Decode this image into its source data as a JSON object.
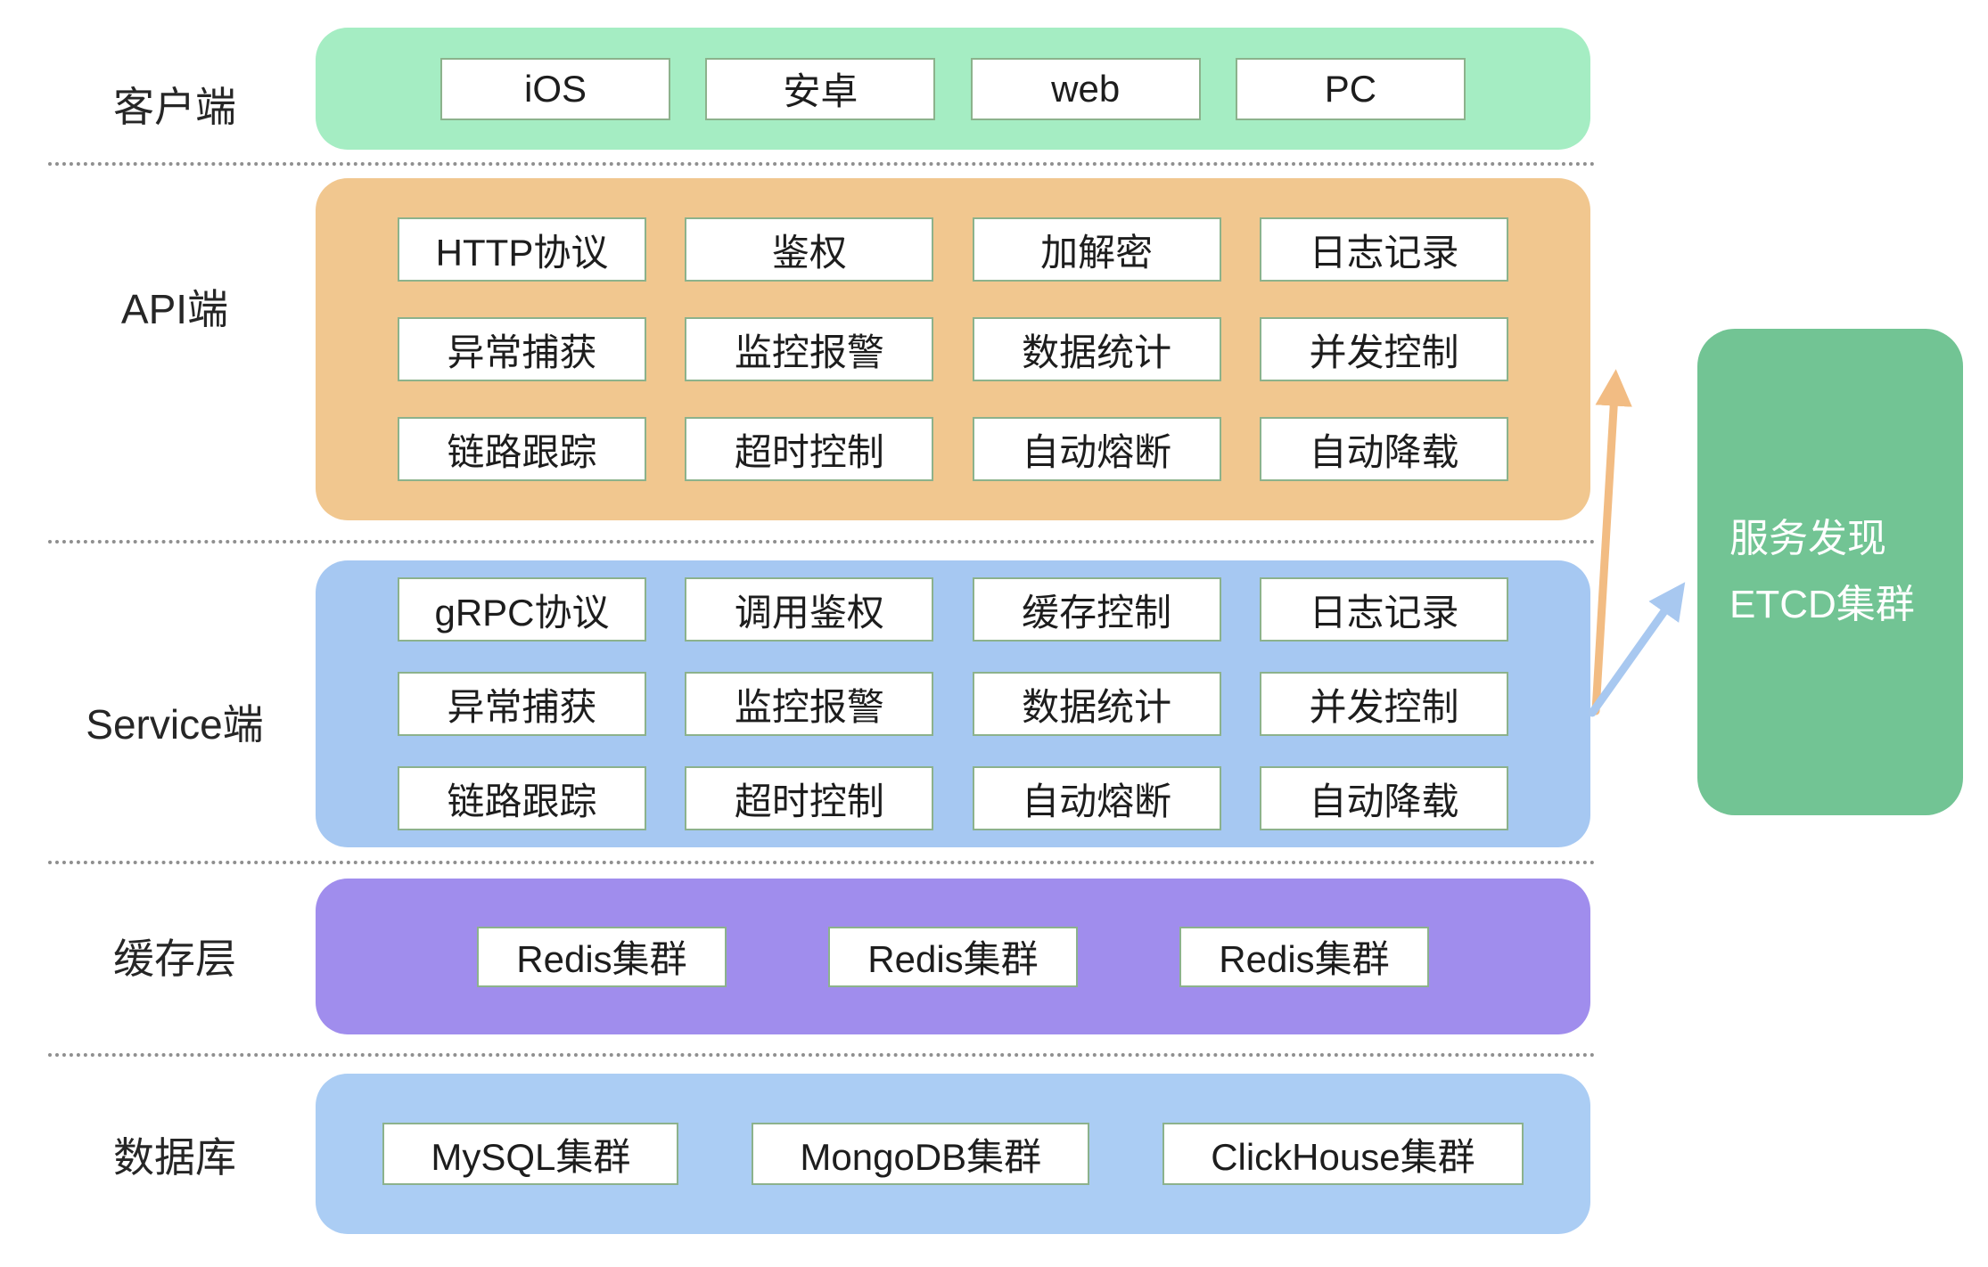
{
  "diagram": {
    "layers": [
      {
        "id": "client",
        "label": "客户端",
        "items": [
          "iOS",
          "安卓",
          "web",
          "PC"
        ]
      },
      {
        "id": "api",
        "label": "API端",
        "items": [
          "HTTP协议",
          "鉴权",
          "加解密",
          "日志记录",
          "异常捕获",
          "监控报警",
          "数据统计",
          "并发控制",
          "链路跟踪",
          "超时控制",
          "自动熔断",
          "自动降载"
        ]
      },
      {
        "id": "service",
        "label": "Service端",
        "items": [
          "gRPC协议",
          "调用鉴权",
          "缓存控制",
          "日志记录",
          "异常捕获",
          "监控报警",
          "数据统计",
          "并发控制",
          "链路跟踪",
          "超时控制",
          "自动熔断",
          "自动降载"
        ]
      },
      {
        "id": "cache",
        "label": "缓存层",
        "items": [
          "Redis集群",
          "Redis集群",
          "Redis集群"
        ]
      },
      {
        "id": "database",
        "label": "数据库",
        "items": [
          "MySQL集群",
          "MongoDB集群",
          "ClickHouse集群"
        ]
      }
    ],
    "side_box": {
      "line1": "服务发现",
      "line2": "ETCD集群"
    },
    "colors": {
      "client_bg": "#a5edc3",
      "api_bg": "#f1c78f",
      "service_bg": "#a6c8f2",
      "cache_bg": "#a08ded",
      "database_bg": "#abcdf4",
      "etcd_bg": "#72c494",
      "chip_border": "#8cb28c",
      "arrow_orange": "#f2bc83",
      "arrow_blue": "#a8c8f0",
      "separator": "#8f8f8f"
    }
  }
}
